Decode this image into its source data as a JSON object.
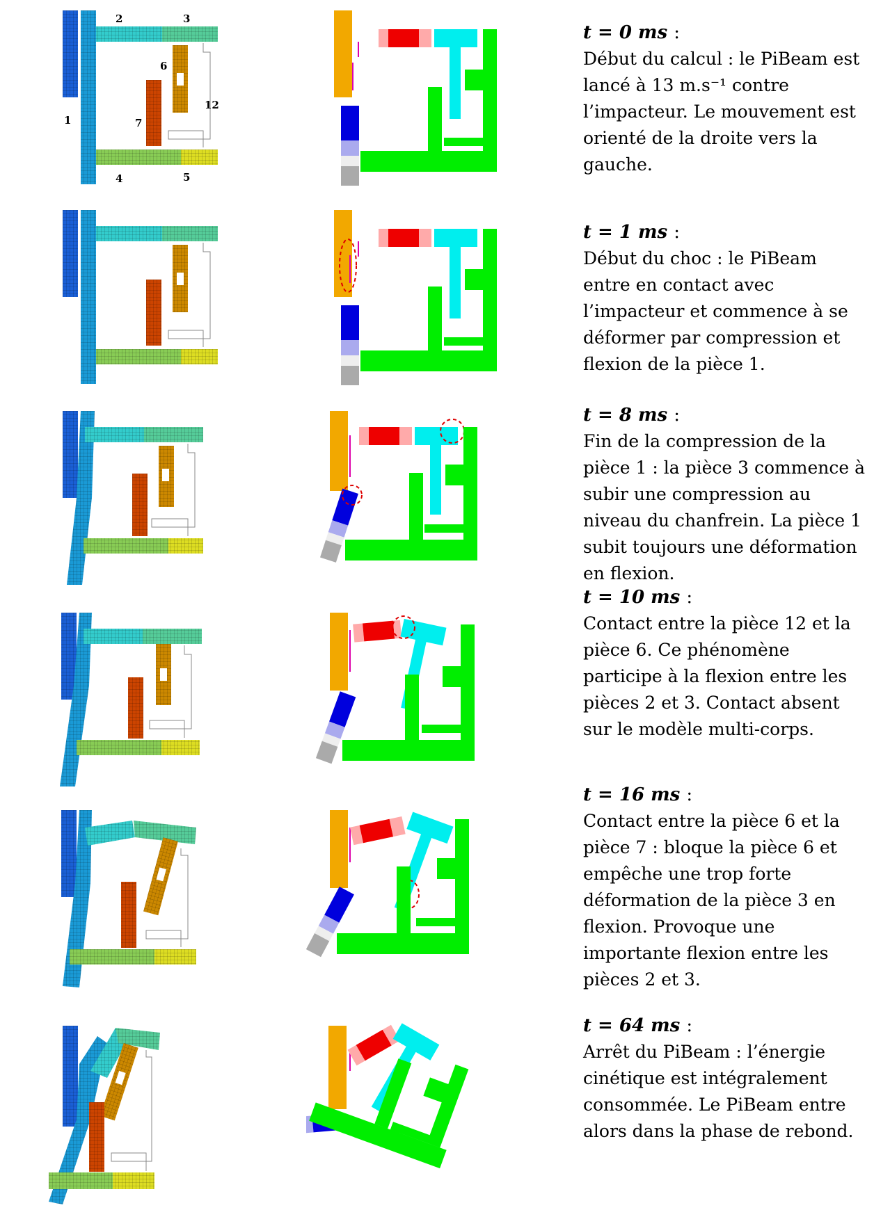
{
  "part_labels": {
    "p1": "1",
    "p2": "2",
    "p3": "3",
    "p4": "4",
    "p5": "5",
    "p6": "6",
    "p7": "7",
    "p12": "12"
  },
  "rows": [
    {
      "time": "t = 0 ms",
      "colon": ":",
      "caption": "Début du calcul : le PiBeam est lancé à 13 m.s⁻¹ contre l’impacteur. Le mouvement est orienté de la droite vers la gauche."
    },
    {
      "time": "t = 1 ms",
      "colon": ":",
      "caption": "Début du choc : le PiBeam entre en contact avec l’impacteur et commence à se déformer par compression et flexion de la pièce 1."
    },
    {
      "time": "t = 8 ms",
      "colon": ":",
      "caption": "Fin de la compression de la pièce 1 : la pièce 3 commence à subir une compression au niveau du chanfrein. La pièce 1 subit toujours une déformation en flexion."
    },
    {
      "time": "t = 10 ms",
      "colon": ":",
      "caption": "Contact entre la pièce 12 et la pièce 6. Ce phénomène participe à la flexion entre les pièces 2 et 3. Contact absent sur le modèle multi-corps."
    },
    {
      "time": "t = 16 ms",
      "colon": ":",
      "caption": "Contact entre la pièce 6 et la pièce 7 : bloque la pièce 6 et empêche une trop forte déformation de la pièce 3 en flexion. Provoque une importante flexion entre les pièces 2 et 3."
    },
    {
      "time": "t = 64 ms",
      "colon": ":",
      "caption": "Arrêt du PiBeam : l’énergie cinétique est intégralement consommée. Le PiBeam entre alors dans la phase de rebond."
    }
  ],
  "colors": {
    "impactor": "#f2a800",
    "green": "#00ee00",
    "cyan": "#00eeee",
    "red": "#ee0000",
    "pink": "#ffaaaa",
    "blue": "#0000dd",
    "lightblue": "#aaaaee",
    "lightgray": "#eeeeee",
    "gray": "#aaaaaa",
    "magenta": "#dd00aa",
    "highlight": "#dd0000",
    "mesh_blue": "#1a5fd6",
    "mesh_teal": "#1a9ad6",
    "mesh_cyan": "#33cccc",
    "mesh_green": "#66cc66",
    "mesh_yellow": "#dddd22",
    "mesh_orange": "#cc8800",
    "mesh_rust": "#cc4400"
  }
}
